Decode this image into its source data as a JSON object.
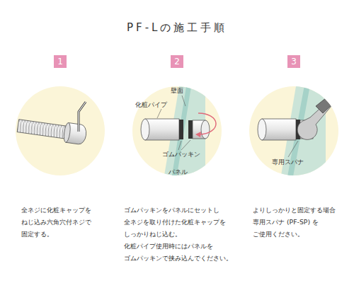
{
  "diagram": {
    "title": "PF-Lの施工手順",
    "nodes": [
      {
        "text": [
          "1"
        ]
      },
      {
        "text": [
          "2"
        ]
      },
      {
        "text": [
          "3"
        ]
      }
    ],
    "labels": [
      "全ネジに化粧キャップを ねじ込み六角穴付ネジで 固定する。",
      "ゴムパッキンをパネルにセットし 全ネジを取り付けた化粧キャップを しっかりねじ込む。 化粧パイプ使用時にはパネルを ゴムパッキンで挟み込んでください。",
      "よりしっかりと固定する場合 専用スパナ (PF-SP) を ご使用ください。",
      "壁面",
      "化粧パイプ",
      "ゴムパッキン",
      "パネル",
      "専用スパナ"
    ]
  }
}
